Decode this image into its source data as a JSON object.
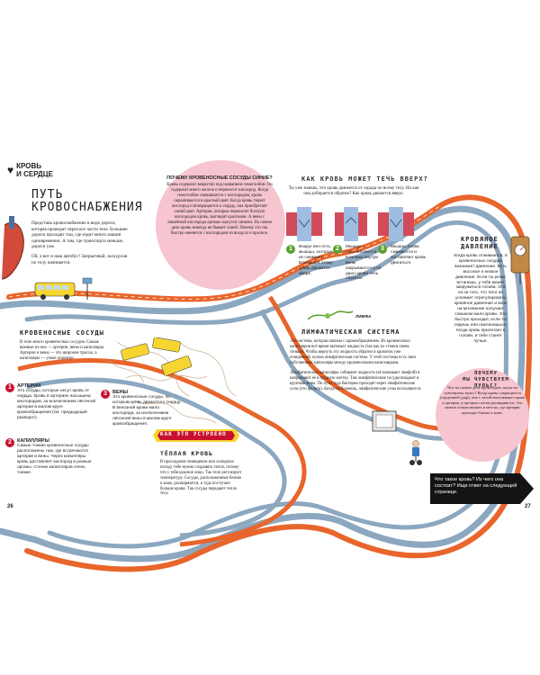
{
  "header": {
    "tag_line1": "КРОВЬ",
    "tag_line2": "И СЕРДЦЕ"
  },
  "title": {
    "line1": "ПУТЬ",
    "line2": "КРОВОСНАБЖЕНИЯ"
  },
  "intro": "Представь кровоснабжение в виде дороги, которая проводит через все части тела. Большие дороги проходят там, где ездит много машин одновременно. А там, где транспорта меньше, дороги уже.",
  "intro2": "Ой, а вот и наш автобус! Запрыгивай, экскурсия по телу начинается.",
  "pink_box": {
    "title": "ПОЧЕМУ КРОВЕНОСНЫЕ СОСУДЫ СИНИЕ?",
    "text": "Кровь содержит вещество под названием гемоглобин. Он содержит много железа и переносит кислород. Когда гемоглобин смешивается с кислородом, кровь окрашивается в красный цвет. Когда кровь теряет кислород и возвращается к сердцу, она приобретает синий цвет. Артерии, которые переносят богатую кислородом кровь, выглядят красными. А вены с лишённой кислорода кровью кажутся синими. На самом деле кровь никогда не бывает синей. Почему это так быстро меняется с кислородом из воздуха и красное."
  },
  "veins_section": {
    "title": "КАК КРОВЬ МОЖЕТ ТЕЧЬ ВВЕРХ?",
    "text": "Ты уже знаешь, что кровь движется от сердца по всему телу. Но как она добирается обратно? Как кровь движется вверх:",
    "step1": "Вокруг вен есть мышцы, которые их сжимают. Благодаря этому кровь движется вверх.",
    "step2": "Мышцы расслабляются. Клапаны внутри вены закрываются и не дают крови течь обратно.",
    "step3": "Мышцы снова сжимаются и заставляют кровь двигаться.",
    "num1": "1",
    "num2": "2",
    "num3": "3"
  },
  "pressure": {
    "title_line1": "КРОВЯНОЕ",
    "title_line2": "ДАВЛЕНИЕ",
    "text": "Когда кровь отжимается, в кровеносных сосудах возникает давление. Есть высокое и низкое давление. Если ты резко встанешь, у тебя может закружиться голова. Это из-за того, что тело не успевает отрегулировать кровяное давление и мозг на мгновение получает слишком мало крови. Это быстро проходит, если ты сядешь или наклонишься. Когда кровь прилетает к голове, и тебе станет лучше."
  },
  "vessels": {
    "title": "КРОВЕНОСНЫЕ СОСУДЫ",
    "intro": "В теле много кровеносных сосудов. Самые важные из них — артерии, вены и капилляры. Артерии и вены — это широкие трассы, а капилляры — узкие дорожки.",
    "arteries_title": "АРТЕРИИ",
    "arteries_text": "Это сосуды, которые несут кровь от сердца. Кровь в артериях насыщена кислородом, за исключением лёгочной артерии в малом круге кровообращения (см. предыдущий разворот).",
    "capillaries_title": "КАПИЛЛЯРЫ",
    "capillaries_text": "Самые тонкие кровеносные сосуды расположены там, где встречаются артерии и вены. Через капилляры кровь доставляет кислород в разные органы. Стенки капилляров очень тонкие.",
    "veins_title": "ВЕНЫ",
    "veins_text": "Это кровеносные сосуды, по которым кровь движется к сердцу. В венозной крови мало кислорода, за исключением лёгочной вены в малом круге кровообращения.",
    "num1": "1",
    "num2": "2",
    "num3": "3"
  },
  "lymph": {
    "title": "ЛИМФАТИЧЕСКАЯ СИСТЕМА",
    "text1": "Это система, которая связана с кровообращением. Из кровеносных капилляров всё время вытекает жидкость (так как их стенки очень тонкие). Чтобы вернуть эту жидкость обратно в кровоток уже очищенной, нужна лимфатическая система. У этой системы есть свои собственные капилляры между кровеносными капиллярами.",
    "text2": "Лимфатические капилляры собирают жидкость (её называют лимфой) и направляют её в грудную клетку. Там лимфатические сосуды впадают в крупные вены. По пути туда бактерии проходят через лимфатические узлы (это фильтр). Когда ты болеешь, лимфатические узлы воспаляются.",
    "label": "ЛИМФА"
  },
  "how_it_works": {
    "banner": "КАК ЭТО УСТРОЕНО",
    "title": "ТЁПЛАЯ КРОВЬ",
    "text": "В прохладном помещении или холодную погоду тебе нужно сохранять тепло, потому что у тебя красное лицо. Так тело регулирует температуру. Сосуды, расположенные близко к коже, расширяются, и туда поступает больше крови. Так сосуды передают тепло телу."
  },
  "pulse": {
    "title_line1": "ПОЧЕМУ",
    "title_line2": "МЫ ЧУВСТВУЕМ ПУЛЬС?",
    "text": "Что ты самым деле происходит, когда ты чувствуешь пульс? Когда кровь сокращается (сердечный удар), она с силой выталкивает кровь в артерии, и артерии слегка расширяются. Это можно почувствовать в местах, где артерии проходят близко к коже."
  },
  "footer": {
    "teaser": "Что такое кровь? Из чего она состоит? Ищи ответ на следующей странице.",
    "page_left": "26",
    "page_right": "27"
  },
  "colors": {
    "artery": "#e8652b",
    "vein": "#8ca7c0",
    "accent_red": "#c8102e",
    "pink_box": "#f6c5cf",
    "yellow_banner": "#f7d531",
    "teaser_bg": "#141414"
  }
}
